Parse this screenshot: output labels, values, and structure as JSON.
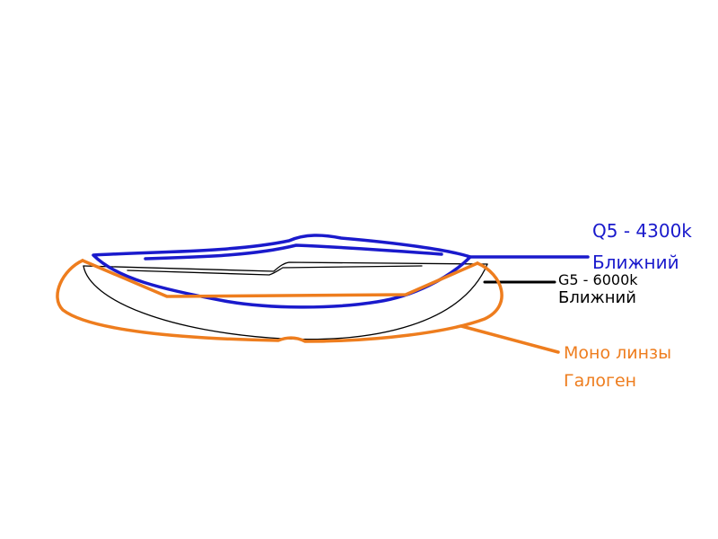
{
  "labels": {
    "q5": {
      "title": "Q5 - 4300k",
      "subtitle": "Ближний"
    },
    "g5": {
      "title": "G5 - 6000k",
      "subtitle": "Ближний"
    },
    "mono": {
      "title": "Моно линзы",
      "subtitle": "Галоген"
    }
  },
  "colors": {
    "q5": "#1a1acc",
    "g5": "#000000",
    "mono": "#ee7d1e",
    "background": "#ffffff"
  }
}
